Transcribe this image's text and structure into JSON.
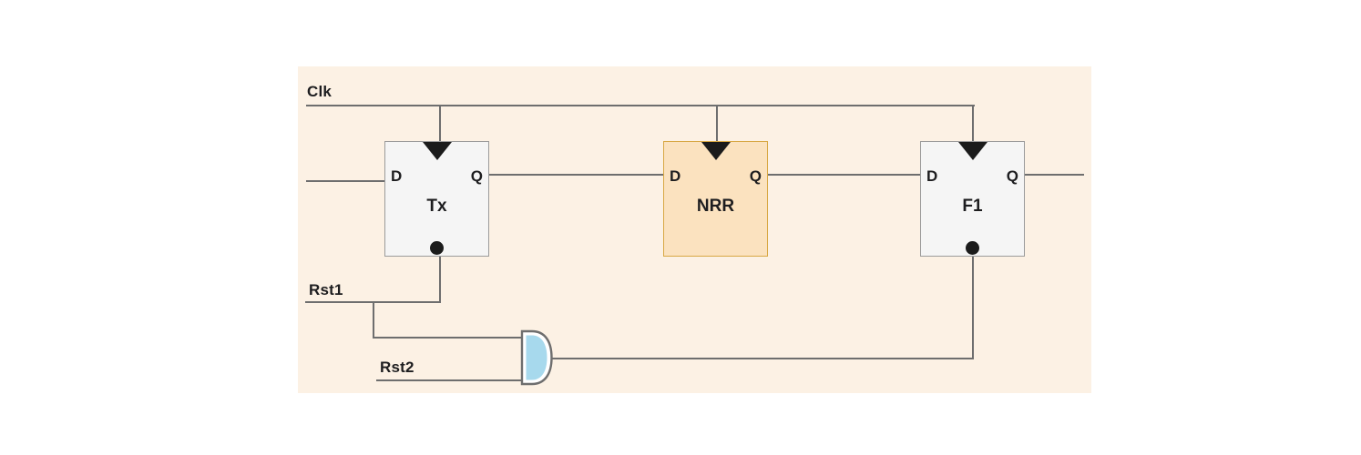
{
  "diagram": {
    "type": "logic-circuit",
    "signals": {
      "clk_label": "Clk",
      "rst1_label": "Rst1",
      "rst2_label": "Rst2"
    },
    "flipflops": [
      {
        "name": "Tx",
        "d_pin": "D",
        "q_pin": "Q",
        "style": "gray",
        "clock_edge_marker": true,
        "reset_bubble": true
      },
      {
        "name": "NRR",
        "d_pin": "D",
        "q_pin": "Q",
        "style": "orange",
        "clock_edge_marker": true,
        "reset_bubble": false
      },
      {
        "name": "F1",
        "d_pin": "D",
        "q_pin": "Q",
        "style": "gray",
        "clock_edge_marker": true,
        "reset_bubble": true
      }
    ],
    "gate": {
      "kind": "and-gate",
      "inputs": [
        "Rst1",
        "Rst2"
      ],
      "output_to": "F1 reset bubble"
    },
    "connections": [
      "Clk -> Tx clock, NRR clock, F1 clock",
      "D input -> Tx D",
      "Tx Q -> NRR D",
      "NRR Q -> F1 D",
      "F1 Q -> output",
      "Rst1 -> Tx reset bubble",
      "Rst1 + Rst2 -> AND gate -> F1 reset bubble"
    ],
    "colors": {
      "canvas_background": "#fcf1e4",
      "wire": "#6e6e6e",
      "ff_gray_fill": "#f5f5f5",
      "ff_gray_border": "#9b9b9b",
      "ff_orange_fill": "#fbe2bf",
      "ff_orange_border": "#d8a844",
      "gate_fill": "#a7d9ed",
      "gate_border": "#6e6e6e",
      "marker_black": "#1b1b1b",
      "text": "#1d1d1f"
    }
  }
}
